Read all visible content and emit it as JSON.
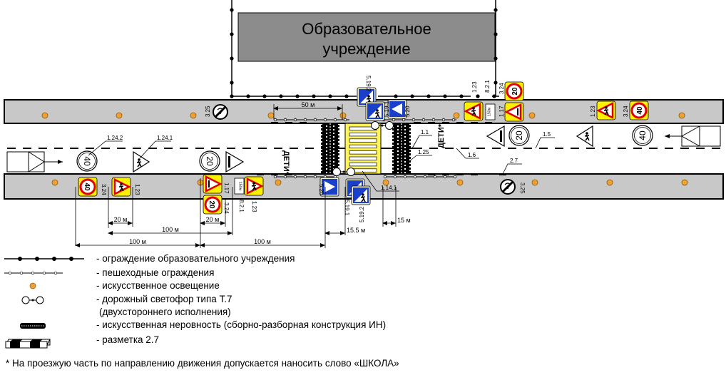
{
  "building": {
    "line1": "Образовательное",
    "line2": "учреждение"
  },
  "road_labels": {
    "children_left": "ДЕТИ*",
    "children_right": "ДЕТИ*"
  },
  "markings": {
    "m1_24_2": "1.24.2",
    "m1_24_1": "1.24.1",
    "m1_1": "1.1",
    "m1_25": "1.25",
    "m1_6": "1.6",
    "m1_5": "1.5",
    "m2_7": "2.7",
    "m1_14_1": "1.14.1"
  },
  "signs": {
    "speed_40": "40",
    "speed_20": "20",
    "code_3_24": "3.24",
    "code_1_23": "1.23",
    "code_1_17": "1.17",
    "code_8_2_1": "8.2.1",
    "code_5_20": "5.20",
    "code_5_19_1": "5.19.1",
    "code_5_19_2": "5.19.2",
    "code_3_25": "3.25",
    "plate_text": "150м"
  },
  "dimensions": {
    "d50": "50 м",
    "d20a": "20 м",
    "d20b": "20 м",
    "d100a": "100 м",
    "d100b": "100 м",
    "d100c": "100 м",
    "d15_5": "15.5 м",
    "d15": "15 м"
  },
  "legend": [
    {
      "symbol": "school-fence",
      "text": "- ограждение образовательного учреждения"
    },
    {
      "symbol": "pedestrian-fence",
      "text": "- пешеходные ограждения"
    },
    {
      "symbol": "street-light",
      "text": "- искусственное освещение"
    },
    {
      "symbol": "traffic-light",
      "text": "- дорожный светофор типа Т.7"
    },
    {
      "symbol": "traffic-light-cont",
      "text": " (двухстороннего исполнения)"
    },
    {
      "symbol": "speed-bump",
      "text": "- искусственная неровность (сборно-разборная конструкция ИН)"
    },
    {
      "symbol": "marking-2-7",
      "text": "- разметка 2.7"
    }
  ],
  "footnote": "* На проезжую часть по направлению движения допускается наносить слово «ШКОЛА»",
  "colors": {
    "sidewalk": "#c8c8c8",
    "building": "#8c8c8c",
    "light": "#f0a030",
    "sign_yellow": "#ffef00",
    "sign_red": "#e00000",
    "sign_blue": "#1a3fc8",
    "crosswalk_yellow": "#fff35a"
  }
}
